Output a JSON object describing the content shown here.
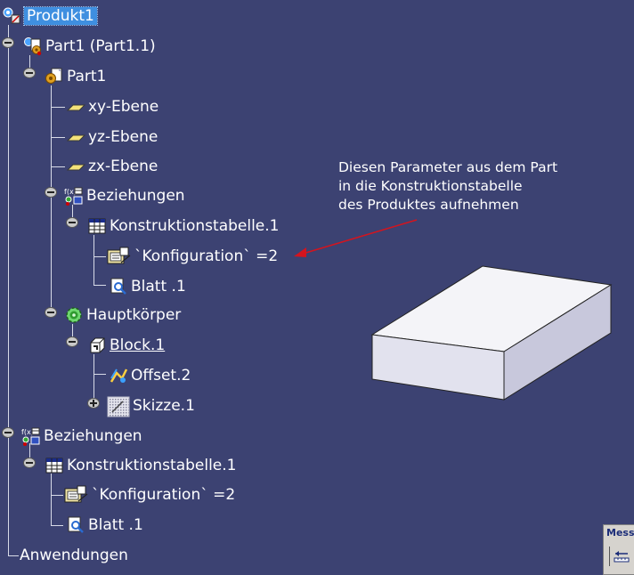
{
  "tree": {
    "root": {
      "label": "Produkt1"
    },
    "part_instance": {
      "label": "Part1 (Part1.1)"
    },
    "part": {
      "label": "Part1"
    },
    "xy_plane": {
      "label": "xy-Ebene"
    },
    "yz_plane": {
      "label": "yz-Ebene"
    },
    "zx_plane": {
      "label": "zx-Ebene"
    },
    "part_relations": {
      "label": "Beziehungen"
    },
    "part_design_table": {
      "label": "Konstruktionstabelle.1"
    },
    "part_parameter": {
      "label": "`Konfiguration` =2"
    },
    "part_sheet": {
      "label": "Blatt .1"
    },
    "main_body": {
      "label": "Hauptkörper"
    },
    "block": {
      "label": "Block.1"
    },
    "offset": {
      "label": "Offset.2"
    },
    "sketch": {
      "label": "Skizze.1"
    },
    "product_relations": {
      "label": "Beziehungen"
    },
    "product_design_table": {
      "label": "Konstruktionstabelle.1"
    },
    "product_parameter": {
      "label": "`Konfiguration` =2"
    },
    "product_sheet": {
      "label": "Blatt .1"
    },
    "applications": {
      "label": "Anwendungen"
    }
  },
  "annotation": {
    "lines": [
      "Diesen Parameter aus dem Part",
      "in die Konstruktionstabelle",
      "des Produktes aufnehmen"
    ],
    "arrow_color": "#d4141e"
  },
  "mini_toolbar": {
    "title": "Mess"
  },
  "icons": {
    "product": "product-icon",
    "part": "part-icon",
    "plane": "plane-icon",
    "relations": "relations-icon",
    "design_table": "design-table-icon",
    "parameter": "parameter-icon",
    "sheet": "sheet-icon",
    "body": "body-gear-icon",
    "pad": "pad-icon",
    "offset": "offset-icon",
    "sketch": "sketch-icon"
  },
  "colors": {
    "background": "#3c4272",
    "selection": "#3f8fe0",
    "text": "#ffffff",
    "box_top": "#f4f4f8",
    "box_front": "#e2e2ee",
    "box_side": "#c8c8dc"
  }
}
